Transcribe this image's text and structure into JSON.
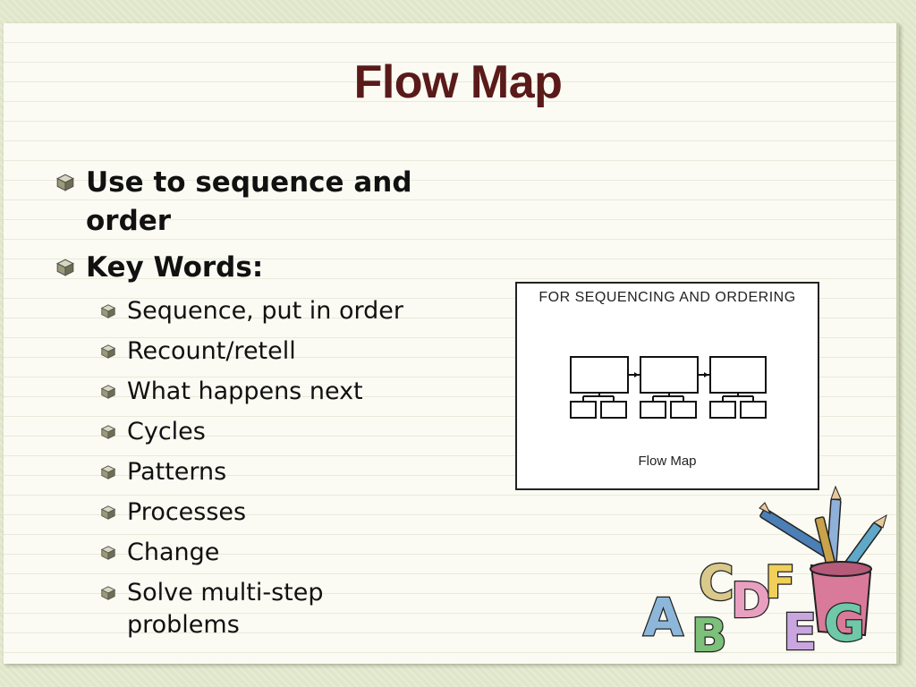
{
  "slide": {
    "title": "Flow Map",
    "bullets": [
      {
        "text": "Use to sequence and order",
        "level": 1
      },
      {
        "text": "Key Words:",
        "level": 1
      },
      {
        "text": "Sequence, put in order",
        "level": 2
      },
      {
        "text": "Recount/retell",
        "level": 2
      },
      {
        "text": "What happens next",
        "level": 2
      },
      {
        "text": "Cycles",
        "level": 2
      },
      {
        "text": "Patterns",
        "level": 2
      },
      {
        "text": "Processes",
        "level": 2
      },
      {
        "text": "Change",
        "level": 2
      },
      {
        "text": "Solve multi-step problems",
        "level": 2
      }
    ]
  },
  "figure": {
    "caption_top": "FOR SEQUENCING AND ORDERING",
    "caption_bottom": "Flow Map"
  },
  "clipart": {
    "letters": [
      "A",
      "B",
      "C",
      "D",
      "F",
      "E",
      "G"
    ]
  },
  "colors": {
    "title": "#5a1a1a",
    "bullet_cube": "#8a8a6a"
  }
}
